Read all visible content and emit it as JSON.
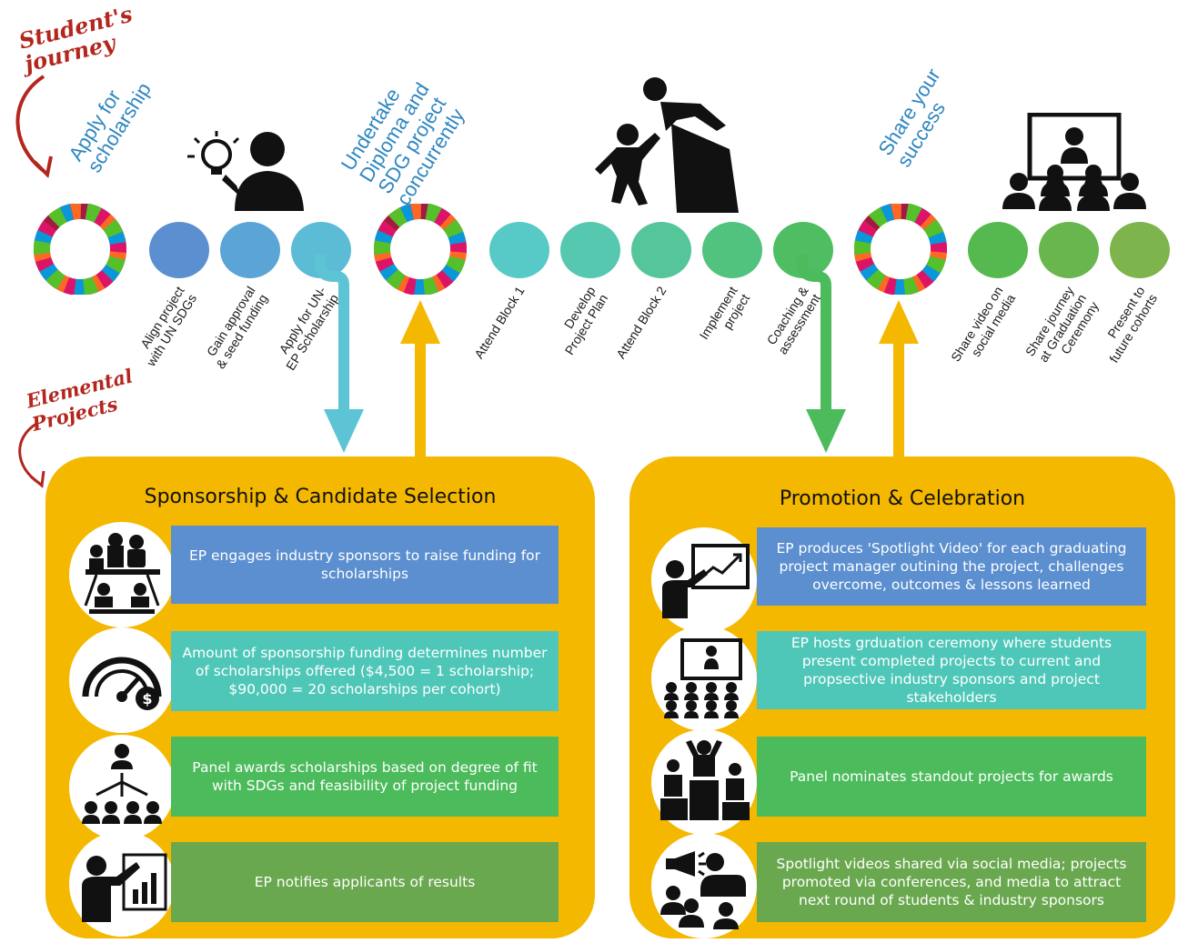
{
  "header": {
    "students_journey": "Student's\njourney",
    "elemental_projects": "Elemental\nProjects"
  },
  "stages": [
    {
      "title": "Apply for\nscholarship"
    },
    {
      "title": "Undertake\nDiploma and\nSDG project\nconcurrently"
    },
    {
      "title": "Share your\nsuccess"
    }
  ],
  "steps": [
    {
      "label": "Align project\nwith UN SDGs",
      "color": "#5b8fcf"
    },
    {
      "label": "Gain approval\n& seed funding",
      "color": "#5aa4d6"
    },
    {
      "label": "Apply for UN-\nEP Scholarship",
      "color": "#5cbcd6"
    },
    {
      "label": "Attend Block 1",
      "color": "#57c9c6"
    },
    {
      "label": "Develop\nProject Plan",
      "color": "#56c8b0"
    },
    {
      "label": "Attend Block 2",
      "color": "#55c69a"
    },
    {
      "label": "Implement\nproject",
      "color": "#52c27f"
    },
    {
      "label": "Coaching &\nassessment",
      "color": "#4fbe62"
    },
    {
      "label": "Share video on\nsocial media",
      "color": "#56b94f"
    },
    {
      "label": "Share journey\nat Graduation\nCeremony",
      "color": "#68b64d"
    },
    {
      "label": "Present to\nfuture cohorts",
      "color": "#7db44c"
    }
  ],
  "colors": {
    "panel": "#f5b800",
    "blue_box": "#5b8fcf",
    "teal_box": "#4fc7b8",
    "green_box": "#4cbb5c",
    "dark_green_box": "#6aa84f",
    "arrow_blue": "#5cc4d4",
    "arrow_yellow": "#f5b800",
    "arrow_green": "#4cbb5c"
  },
  "panels": [
    {
      "title": "Sponsorship & Candidate Selection",
      "rows": [
        {
          "icon": "meeting-icon",
          "text": "EP engages industry sponsors to raise funding for scholarships",
          "color": "#5b8fcf"
        },
        {
          "icon": "gauge-dollar-icon",
          "text": "Amount of sponsorship funding determines number of scholarships offered ($4,500 = 1 scholarship; $90,000 = 20 scholarships per cohort)",
          "color": "#4fc7b8"
        },
        {
          "icon": "hierarchy-icon",
          "text": "Panel awards scholarships based on degree of fit with SDGs and feasibility of project funding",
          "color": "#4cbb5c"
        },
        {
          "icon": "presenter-chart-icon",
          "text": "EP notifies applicants of results",
          "color": "#6aa84f"
        }
      ]
    },
    {
      "title": "Promotion & Celebration",
      "rows": [
        {
          "icon": "presenter-board-icon",
          "text": "EP produces 'Spotlight Video' for each graduating project manager outining the project, challenges overcome, outcomes & lessons learned",
          "color": "#5b8fcf"
        },
        {
          "icon": "audience-icon",
          "text": "EP hosts grduation ceremony where students present completed projects to current and propsective industry sponsors and project stakeholders",
          "color": "#4fc7b8"
        },
        {
          "icon": "podium-icon",
          "text": "Panel nominates standout projects for awards",
          "color": "#4cbb5c"
        },
        {
          "icon": "megaphone-icon",
          "text": "Spotlight videos shared via social media; projects promoted via conferences, and media to attract next round of students & industry sponsors",
          "color": "#6aa84f"
        }
      ]
    }
  ]
}
